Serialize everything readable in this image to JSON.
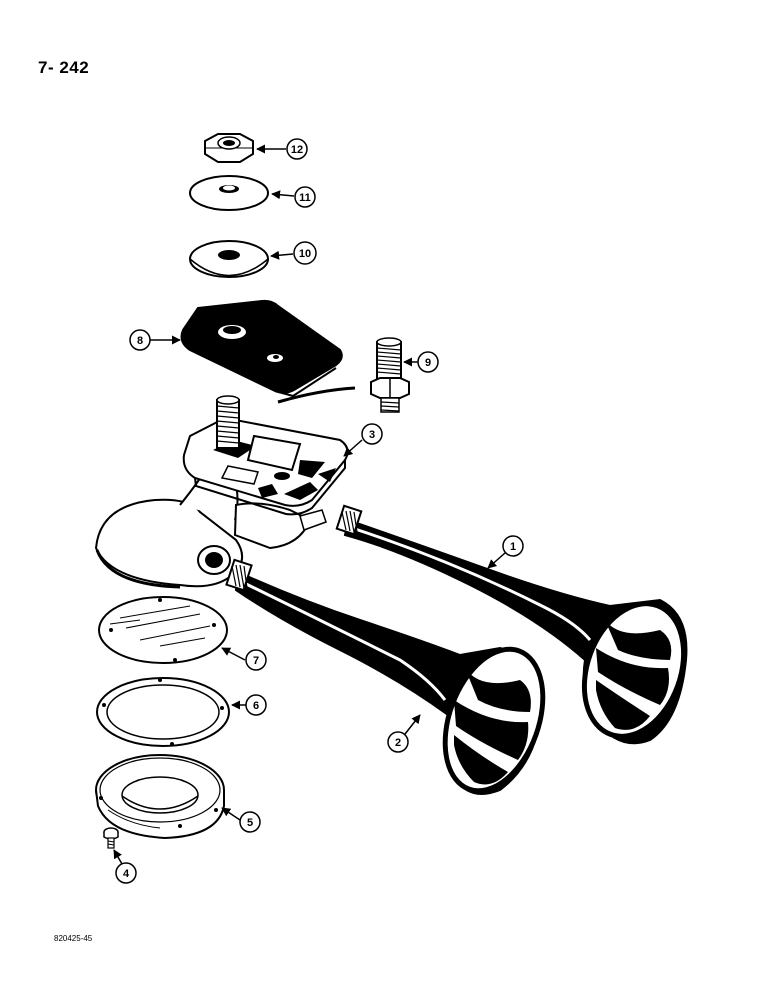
{
  "page_number": "7- 242",
  "figure_code": "820425-45",
  "callouts": [
    "1",
    "2",
    "3",
    "4",
    "5",
    "6",
    "7",
    "8",
    "9",
    "10",
    "11",
    "12"
  ],
  "ink_color": "#000000",
  "paper_color": "#ffffff"
}
